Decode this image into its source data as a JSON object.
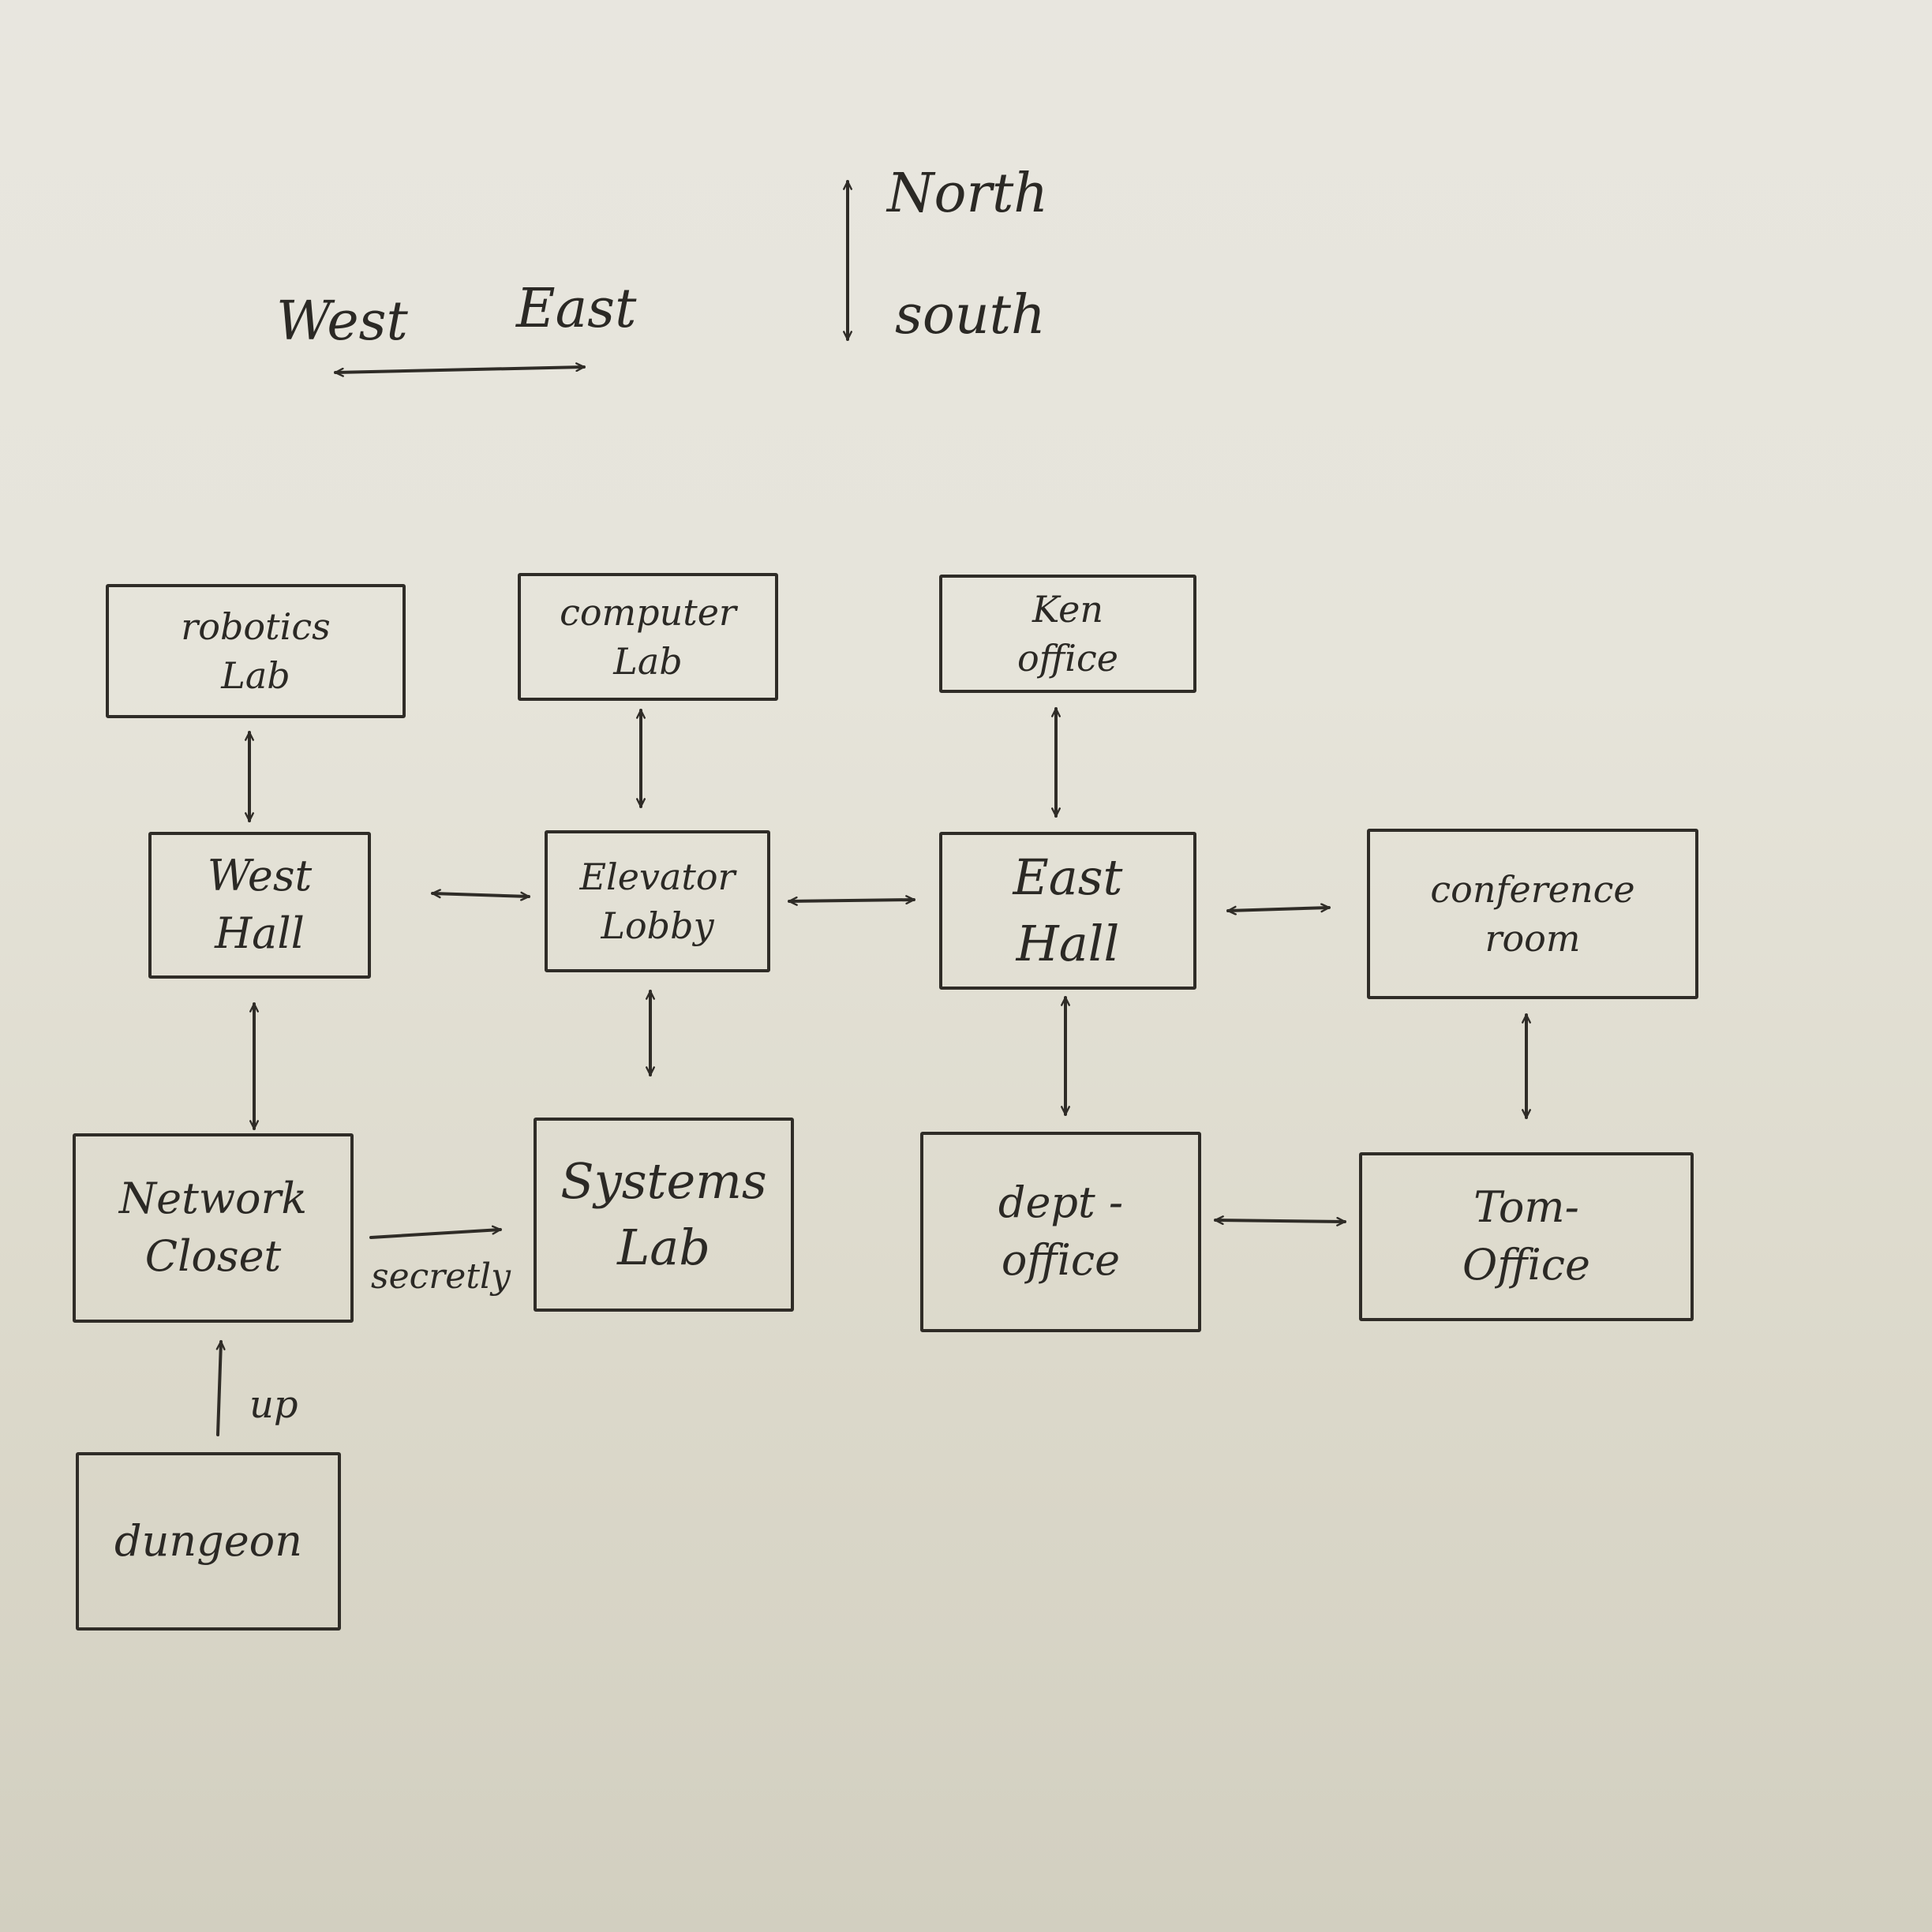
{
  "compass": {
    "north": "North",
    "south": "south",
    "west": "West",
    "east": "East"
  },
  "rooms": {
    "robotics_lab": {
      "line1": "robotics",
      "line2": "Lab"
    },
    "computer_lab": {
      "line1": "computer",
      "line2": "Lab"
    },
    "ken_office": {
      "line1": "Ken",
      "line2": "office"
    },
    "west_hall": {
      "line1": "West",
      "line2": "Hall"
    },
    "elevator_lobby": {
      "line1": "Elevator",
      "line2": "Lobby"
    },
    "east_hall": {
      "line1": "East",
      "line2": "Hall"
    },
    "conference_room": {
      "line1": "conference",
      "line2": "room"
    },
    "network_closet": {
      "line1": "Network",
      "line2": "Closet"
    },
    "systems_lab": {
      "line1": "Systems",
      "line2": "Lab"
    },
    "dept_office": {
      "line1": "dept -",
      "line2": "office"
    },
    "tom_office": {
      "line1": "Tom-",
      "line2": "Office"
    },
    "dungeon": {
      "line1": "dungeon"
    }
  },
  "edge_labels": {
    "secretly": "secretly",
    "up": "up"
  }
}
